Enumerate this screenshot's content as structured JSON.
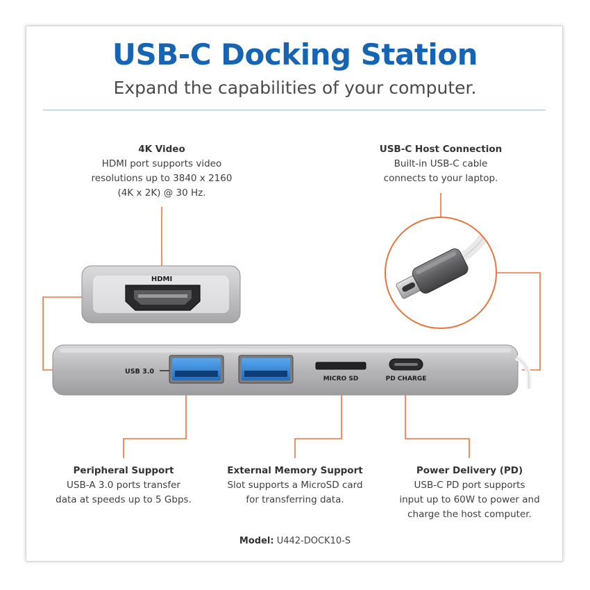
{
  "header": {
    "title": "USB-C Docking Station",
    "subtitle": "Expand the capabilities of your computer."
  },
  "callouts": {
    "video": {
      "heading": "4K Video",
      "lines": [
        "HDMI port supports video",
        "resolutions up to 3840 x 2160",
        "(4K x 2K) @ 30 Hz."
      ]
    },
    "host": {
      "heading": "USB-C Host Connection",
      "lines": [
        "Built-in USB-C cable",
        "connects to your laptop."
      ]
    },
    "peripheral": {
      "heading": "Peripheral Support",
      "lines": [
        "USB-A 3.0 ports transfer",
        "data at speeds up to 5 Gbps."
      ]
    },
    "memory": {
      "heading": "External Memory Support",
      "lines": [
        "Slot supports a MicroSD card",
        "for transferring data."
      ]
    },
    "power": {
      "heading": "Power Delivery (PD)",
      "lines": [
        "USB-C PD port supports",
        "input up to 60W to power and",
        "charge the host computer."
      ]
    }
  },
  "device_labels": {
    "hdmi": "HDMI",
    "usb": "USB 3.0",
    "microsd": "MICRO SD",
    "pd": "PD CHARGE"
  },
  "footer": {
    "model_label": "Model:",
    "model_value": "U442-DOCK10-S"
  },
  "colors": {
    "title_blue": "#1565b4",
    "accent_orange": "#e8743b",
    "device_gray": "#b4b4b6"
  }
}
